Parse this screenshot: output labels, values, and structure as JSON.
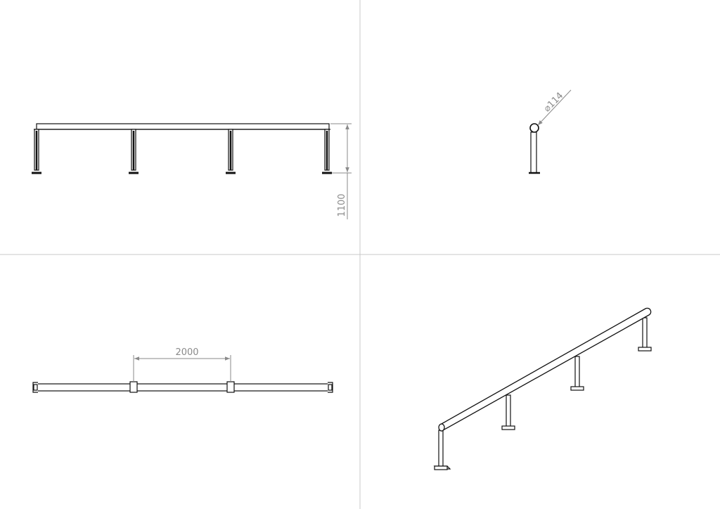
{
  "drawing": {
    "views": [
      {
        "id": "front-view",
        "dimension": "1100"
      },
      {
        "id": "side-view",
        "dimension_symbol": "⌀",
        "dimension": "114"
      },
      {
        "id": "top-view",
        "dimension": "2000"
      },
      {
        "id": "isometric-view"
      }
    ],
    "colors": {
      "line": "#111111",
      "dimension": "#8a8a8a",
      "divider": "#c8c8c8",
      "background": "#ffffff"
    }
  }
}
